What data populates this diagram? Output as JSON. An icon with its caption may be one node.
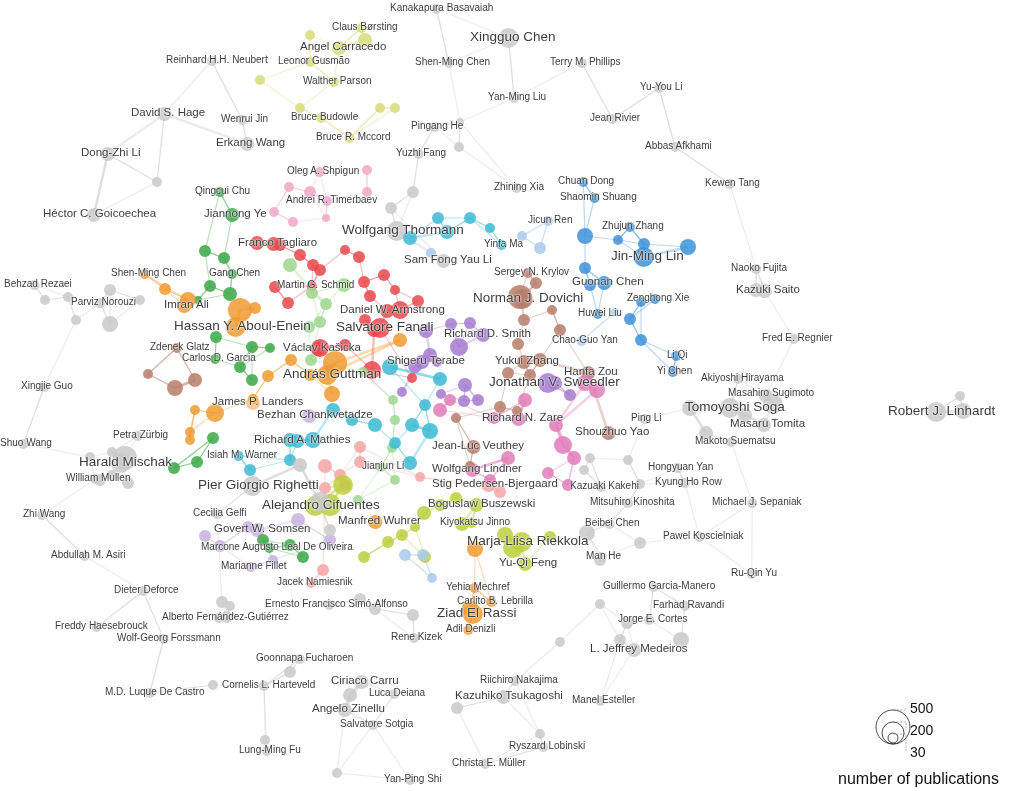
{
  "diagram": {
    "labels": [
      "Kanakapura Basavaiah",
      "Claus Børsting",
      "Xingguo Chen",
      "Angel Carracedo",
      "Reinhard H.H. Neubert",
      "Leonor Gusmão",
      "Shen-Ming Chen",
      "Terry M. Phillips",
      "Walther Parson",
      "Yu-You Li",
      "Yan-Ming Liu",
      "David S. Hage",
      "Bruce Budowle",
      "Jean Rivier",
      "Wenrui Jin",
      "Pingang He",
      "Bruce R. Mccord",
      "Erkang Wang",
      "Abbas Afkhami",
      "Dong-Zhi Li",
      "Yuzhi Fang",
      "Oleg A. Shpigun",
      "Chuan Dong",
      "Kewen Tang",
      "Zhining Xia",
      "Qingcui Chu",
      "Shaomin Shuang",
      "Andrei R. Timerbaev",
      "Héctor C. Goicoechea",
      "Jiannong Ye",
      "Jicun Ren",
      "Zhujun Zhang",
      "Wolfgang Thormann",
      "Yinfa Ma",
      "Franco Tagliaro",
      "Jin-Ming Lin",
      "Sam Fong Yau Li",
      "Naoko Fujita",
      "Shen-Ming Chen",
      "Gang Chen",
      "Sergey N. Krylov",
      "Guonan Chen",
      "Behzad Rezaei",
      "Kazuki Saito",
      "Martin G. Schmid",
      "Norman J. Dovichi",
      "Imran Ali",
      "Zenghong Xie",
      "Parviz Norouzi",
      "Daniel W. Armstrong",
      "Huwei Liu",
      "Hassan Y. Aboul-Enein",
      "Salvatore Fanali",
      "Richard D. Smith",
      "Fred E. Regnier",
      "Chao-Guo Yan",
      "Zdenek Glatz",
      "Václav Kašicka",
      "Li Qi",
      "Carlos D. Garcia",
      "Shigeru Terabe",
      "Yukui Zhang",
      "Hanfa Zou",
      "Yi Chen",
      "András Guttman",
      "Akiyoshi Hirayama",
      "Jonathan V. Sweedler",
      "Xingjie Guo",
      "Masahiro Sugimoto",
      "James P. Landers",
      "Tomoyoshi Soga",
      "Robert J. Linhardt",
      "Bezhan Chankvetadze",
      "Ping Li",
      "Richard N. Zare",
      "Masaru Tomita",
      "Shouzhuo Yao",
      "Petra Zürbig",
      "Makoto Suematsu",
      "Richard A. Mathies",
      "Jean-Luc Veuthey",
      "Shuo Wang",
      "Isiah M. Warner",
      "Harald Mischak",
      "Hongyuan Yan",
      "Jianjun Li",
      "Wolfgang Lindner",
      "William Mullen",
      "Kyung Ho Row",
      "Stig Pedersen-Bjergaard",
      "Pier Giorgio Righetti",
      "Kazuaki Kakehi",
      "Mitsuhiro Kinoshita",
      "Michael J. Sepaniak",
      "Alejandro Cifuentes",
      "Boguslaw Buszewski",
      "Cecilia Gelfi",
      "Zhi Wang",
      "Manfred Wuhrer",
      "Kiyokatsu Jinno",
      "Beibei Chen",
      "Govert W. Somsen",
      "Pawel Koscielniak",
      "Marja-Liisa Riekkola",
      "Marcone Augusto Leal De Oliveira",
      "Abdullah M. Asiri",
      "Man He",
      "Yu-Qi Feng",
      "Marianne Fillet",
      "Ru-Qin Yu",
      "Jacek Namiesnik",
      "Guillermo Garcia-Manero",
      "Dieter Deforce",
      "Yehia Mechref",
      "Carlito B. Lebrilla",
      "Farhad Ravandi",
      "Ernesto Francisco Simó-Alfonso",
      "Ziad El Rassi",
      "Alberto Fernández-Gutiérrez",
      "Jorge E. Cortes",
      "Freddy Haesebrouck",
      "Adil Denizli",
      "Wolf-Georg Forssmann",
      "Rene Kizek",
      "L. Jeffrey Medeiros",
      "Goonnapa Fucharoen",
      "Riichiro Nakajima",
      "Ciriaco Carru",
      "M.D. Luque De Castro",
      "Cornelis L. Harteveld",
      "Luca Deiana",
      "Kazuhiko Tsukagoshi",
      "Manel Esteller",
      "Angelo Zinellu",
      "Salvatore Sotgia",
      "Lung-Ming Fu",
      "Ryszard Lobinski",
      "Christa E. Müller",
      "Yan-Ping Shi",
      "number of publications"
    ],
    "legend": [
      {
        "text": "500"
      },
      {
        "text": "200"
      },
      {
        "text": "30"
      }
    ]
  }
}
